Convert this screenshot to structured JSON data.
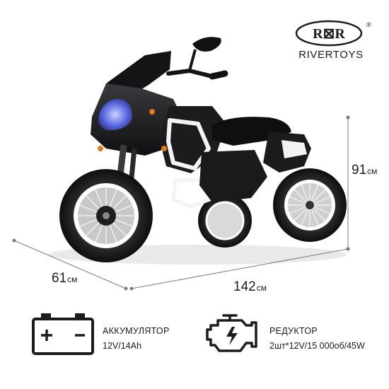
{
  "brand": {
    "logo_text": "R⊠R",
    "registered": "®",
    "name": "RIVERTOYS"
  },
  "dimensions": {
    "height": {
      "value": "91",
      "unit": "см"
    },
    "width": {
      "value": "61",
      "unit": "см"
    },
    "length": {
      "value": "142",
      "unit": "см"
    }
  },
  "specs": {
    "battery": {
      "icon": "battery-icon",
      "title": "АККУМУЛЯТОР",
      "value": "12V/14Ah"
    },
    "gearbox": {
      "icon": "engine-icon",
      "title": "РЕДУКТОР",
      "value": "2шт*12V/15 000об/45W"
    }
  },
  "colors": {
    "body": "#1b1b1d",
    "accent": "#ffffff",
    "headlight": "#4b5bd8",
    "indicator": "#e07a1f",
    "dimension_line": "#7a7a7a"
  }
}
